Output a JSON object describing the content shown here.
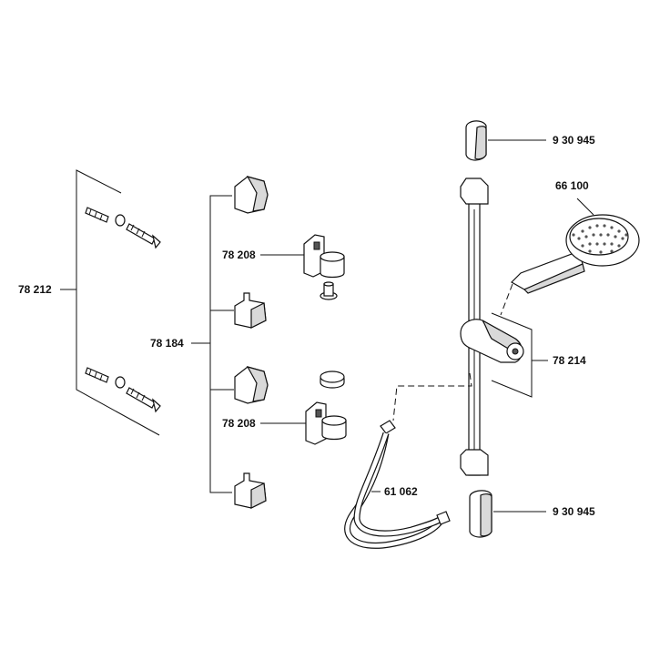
{
  "diagram": {
    "labels": {
      "wall_plug_set": "78 212",
      "bracket_set": "78 184",
      "holder_upper": "78 208",
      "holder_lower": "78 208",
      "end_cap_top": "9 30 945",
      "hand_shower": "66 100",
      "slider": "78 214",
      "hose": "61 062",
      "end_cap_bottom": "9 30 945"
    }
  }
}
